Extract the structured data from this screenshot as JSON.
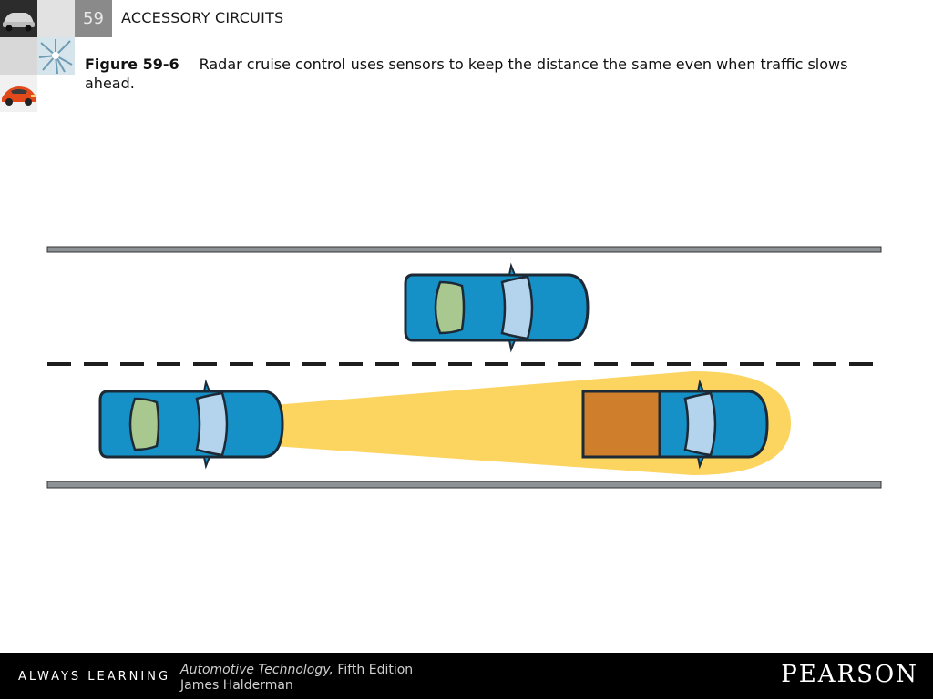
{
  "header": {
    "chapter_number": "59",
    "chapter_title": "ACCESSORY CIRCUITS"
  },
  "caption": {
    "figure_label": "Figure 59-6",
    "text": "Radar cruise control uses sensors to keep the distance the same even when traffic slows ahead."
  },
  "footer": {
    "tagline": "ALWAYS LEARNING",
    "book_title": "Automotive Technology,",
    "edition": " Fifth Edition",
    "author": "James Halderman",
    "publisher": "PEARSON"
  },
  "colors": {
    "car_body": "#1591c8",
    "windshield": "#b4d4ee",
    "rear_window": "#a8c890",
    "radar_beam": "#fcd460",
    "truck_cargo": "#cf7f2c",
    "road_line": "#8c9295"
  }
}
